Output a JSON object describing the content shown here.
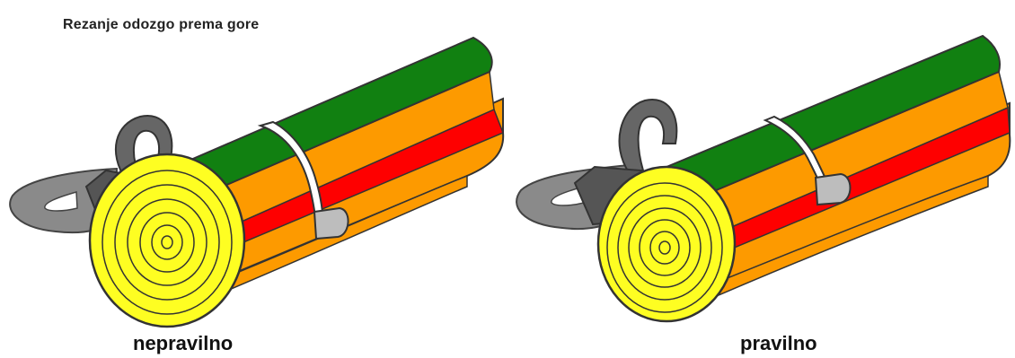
{
  "title": "Rezanje odozgo prema gore",
  "captions": {
    "left": "nepravilno",
    "right": "pravilno"
  },
  "colors": {
    "bark": "#118011",
    "sapwood": "#fd9a00",
    "heartwood": "#fe0000",
    "end_grain": "#fefe22",
    "saw_body": "#555555",
    "saw_bar": "#8a8a8a",
    "cut_notch": "#bdbdbd"
  }
}
